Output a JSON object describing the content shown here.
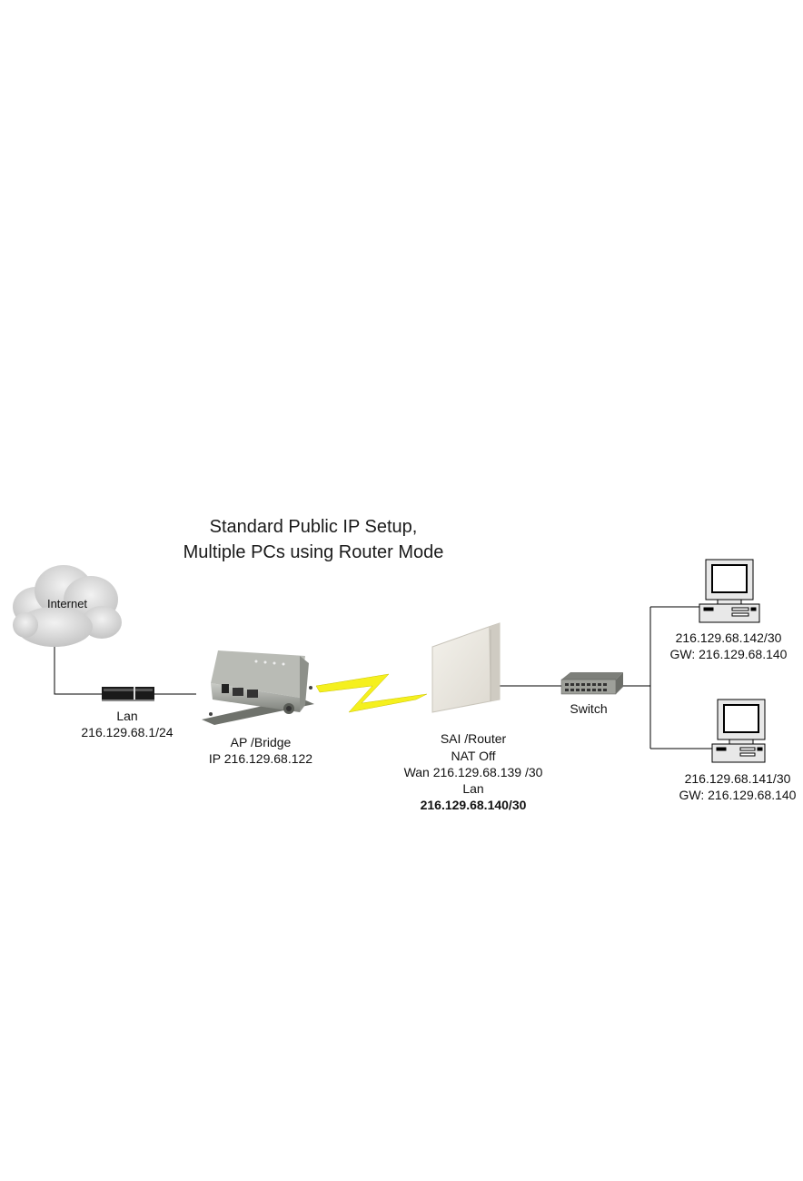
{
  "title": {
    "line1": "Standard Public IP Setup,",
    "line2": "Multiple PCs using Router Mode"
  },
  "internet": {
    "label": "Internet"
  },
  "modem": {
    "label": "Lan",
    "ip": "216.129.68.1/24"
  },
  "ap_bridge": {
    "name": "AP /Bridge",
    "ip": "IP 216.129.68.122"
  },
  "sai_router": {
    "name": "SAI /Router",
    "nat": "NAT Off",
    "wan": "Wan 216.129.68.139 /30",
    "lan_label": "Lan",
    "lan_ip": "216.129.68.140/30"
  },
  "switch": {
    "label": "Switch"
  },
  "pc1": {
    "ip": "216.129.68.142/30",
    "gw": "GW: 216.129.68.140"
  },
  "pc2": {
    "ip": "216.129.68.141/30",
    "gw": "GW: 216.129.68.140"
  },
  "colors": {
    "lightning": "#f5f01e",
    "cloud": "#d9d9d9",
    "device": "#9ea09a",
    "panel": "#ebe8e0"
  }
}
